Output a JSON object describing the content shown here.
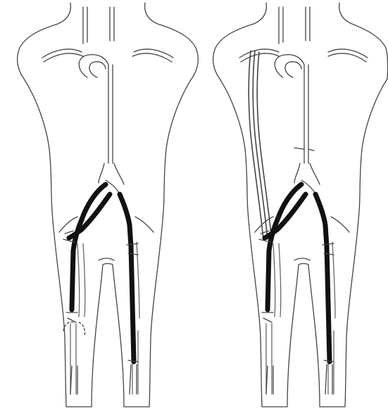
{
  "figures": [
    {
      "id": "left",
      "graft": "bypass-graft-iliac-femoral"
    },
    {
      "id": "right",
      "graft": "bypass-graft-axillo-bifemoral"
    }
  ],
  "colors": {
    "outline": "#444444",
    "graft": "#111111",
    "vessel_fill": "#ffffff",
    "background": "#ffffff"
  }
}
